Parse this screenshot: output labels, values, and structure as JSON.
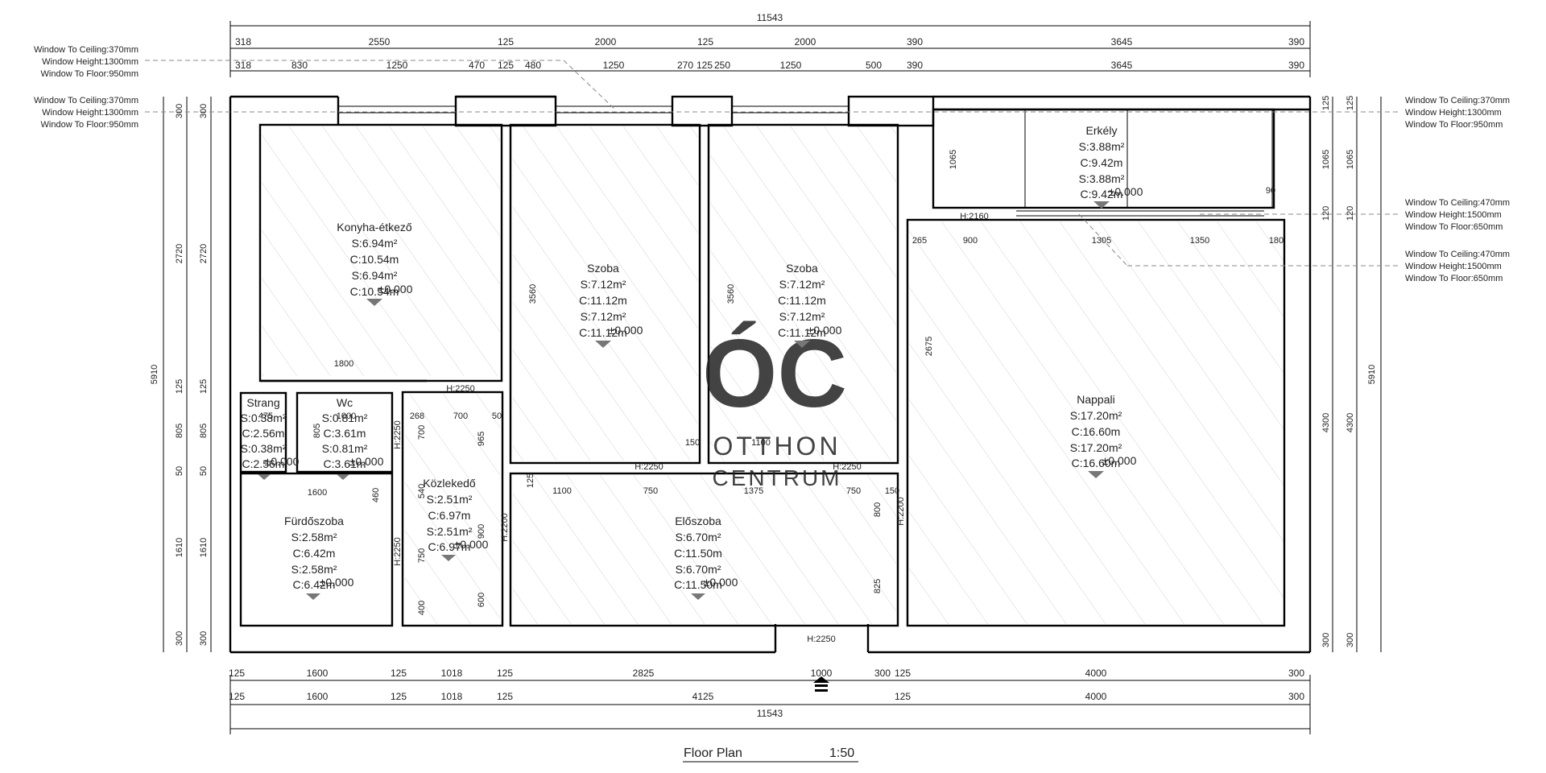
{
  "title": "Floor Plan",
  "scale": "1:50",
  "watermark": {
    "logo": "ÓC",
    "line1": "OTTHON",
    "line2": "CENTRUM"
  },
  "dimensions": {
    "total": "11543",
    "top_row1": [
      "318",
      "2550",
      "125",
      "2000",
      "125",
      "2000",
      "390",
      "3645",
      "390"
    ],
    "top_row2": [
      "318",
      "830",
      "1250",
      "470",
      "125",
      "480",
      "1250",
      "270",
      "125",
      "250",
      "1250",
      "500",
      "390",
      "3645",
      "390"
    ],
    "bottom_row1": [
      "125",
      "1600",
      "125",
      "1018",
      "125",
      "2825",
      "1000",
      "300",
      "125",
      "4000",
      "300"
    ],
    "bottom_row2": [
      "125",
      "1600",
      "125",
      "1018",
      "125",
      "4125",
      "125",
      "4000",
      "300"
    ],
    "left_outer": "5910",
    "left_inner": [
      "300",
      "2720",
      "125",
      "805",
      "50",
      "1610",
      "300"
    ],
    "right_outer": "5910",
    "right_inner": [
      "125",
      "1065",
      "120",
      "4300",
      "300"
    ],
    "interior": {
      "k1800": "1800",
      "h2250a": "H:2250",
      "h2160": "H:2160",
      "b265": "265",
      "b900": "900",
      "b1305": "1305",
      "b1350": "1350",
      "b180": "180",
      "b90": "90",
      "b1065": "1065",
      "b3560a": "3560",
      "b3560b": "3560",
      "b2675": "2675",
      "s475": "475",
      "s1000": "1000",
      "s268": "268",
      "s700": "700",
      "s50": "50",
      "s965": "965",
      "s700v": "700",
      "s805v": "805",
      "sh2250": "H:2250",
      "s150a": "150",
      "s1100a": "1100",
      "s125": "125",
      "s1100b": "1100",
      "s750a": "750",
      "s1375": "1375",
      "s750b": "750",
      "s150b": "150",
      "sh2250b": "H:2250",
      "sh2250c": "H:2250",
      "s1600": "1600",
      "s460": "460",
      "s900": "900",
      "s750v": "750",
      "s400": "400",
      "s600": "600",
      "sh2200a": "H:2200",
      "sh2200b": "H:2200",
      "sh2250d": "H:2250",
      "s800": "800",
      "s825": "825",
      "sh2250e": "H:2250",
      "s540": "540"
    }
  },
  "window_notes": [
    [
      "Window To Ceiling:370mm",
      "Window Height:1300mm",
      "Window To Floor:950mm"
    ],
    [
      "Window To Ceiling:370mm",
      "Window Height:1300mm",
      "Window To Floor:950mm"
    ],
    [
      "Window To Ceiling:370mm",
      "Window Height:1300mm",
      "Window To Floor:950mm"
    ],
    [
      "Window To Ceiling:470mm",
      "Window Height:1500mm",
      "Window To Floor:650mm"
    ],
    [
      "Window To Ceiling:470mm",
      "Window Height:1500mm",
      "Window To Floor:650mm"
    ]
  ],
  "rooms": [
    {
      "name": "Konyha-étkező",
      "area": "S:6.94m²",
      "perimeter": "C:10.54m",
      "area2": "S:6.94m²",
      "perimeter2": "C:10.54m",
      "level": "±0.000"
    },
    {
      "name": "Szoba",
      "area": "S:7.12m²",
      "perimeter": "C:11.12m",
      "area2": "S:7.12m²",
      "perimeter2": "C:11.12m",
      "level": "±0.000"
    },
    {
      "name": "Szoba",
      "area": "S:7.12m²",
      "perimeter": "C:11.12m",
      "area2": "S:7.12m²",
      "perimeter2": "C:11.12m",
      "level": "±0.000"
    },
    {
      "name": "Erkély",
      "area": "S:3.88m²",
      "perimeter": "C:9.42m",
      "area2": "S:3.88m²",
      "perimeter2": "C:9.42m",
      "level": "±0.000"
    },
    {
      "name": "Nappali",
      "area": "S:17.20m²",
      "perimeter": "C:16.60m",
      "area2": "S:17.20m²",
      "perimeter2": "C:16.60m",
      "level": "±0.000"
    },
    {
      "name": "Strang",
      "area": "S:0.38m²",
      "perimeter": "C:2.56m",
      "area2": "S:0.38m²",
      "perimeter2": "C:2.56m",
      "level": "±0.000"
    },
    {
      "name": "Wc",
      "area": "S:0.81m²",
      "perimeter": "C:3.61m",
      "area2": "S:0.81m²",
      "perimeter2": "C:3.61m",
      "level": "±0.000"
    },
    {
      "name": "Fürdőszoba",
      "area": "S:2.58m²",
      "perimeter": "C:6.42m",
      "area2": "S:2.58m²",
      "perimeter2": "C:6.42m",
      "level": "±0.000"
    },
    {
      "name": "Közlekedő",
      "area": "S:2.51m²",
      "perimeter": "C:6.97m",
      "area2": "S:2.51m²",
      "perimeter2": "C:6.97m",
      "level": "±0.000"
    },
    {
      "name": "Előszoba",
      "area": "S:6.70m²",
      "perimeter": "C:11.50m",
      "area2": "S:6.70m²",
      "perimeter2": "C:11.50m",
      "level": "±0.000"
    }
  ]
}
